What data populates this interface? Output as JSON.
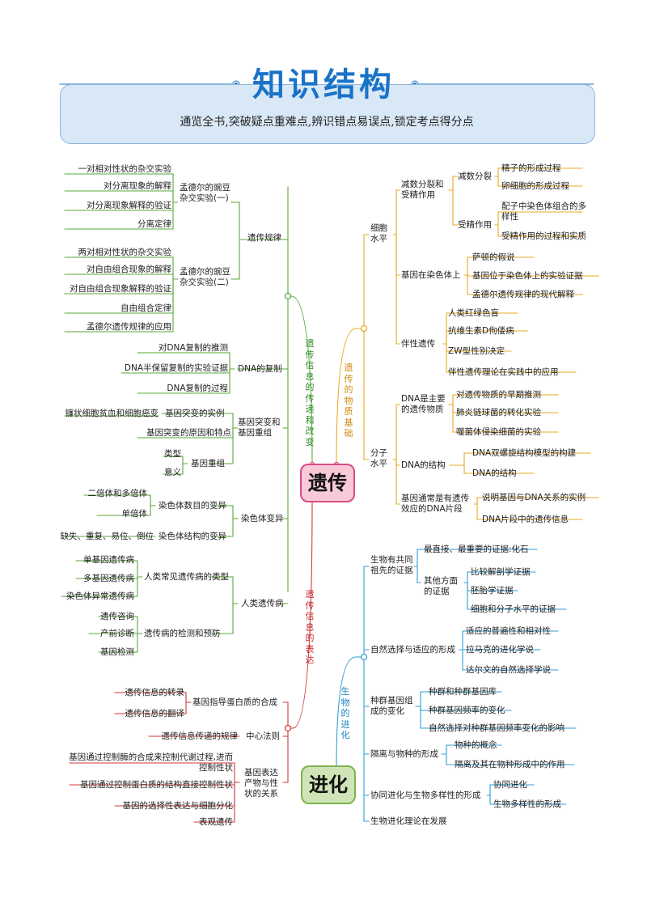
{
  "header": {
    "title": "知识结构",
    "subtitle": "通览全书,突破疑点重难点,辨识错点易误点,锁定考点得分点"
  },
  "center": {
    "yichuan": "遗传",
    "jinhua": "进化"
  },
  "colors": {
    "green": "#5aaa3a",
    "orange": "#e9a820",
    "red": "#d03a3a",
    "blue": "#2f9fd8",
    "title": "#1a73c8"
  },
  "branches": {
    "inheritance_transmission": {
      "label": "遗传信息的传递和改变",
      "law": {
        "label": "遗传规律",
        "mendel1": {
          "label": "孟德尔的豌豆杂交实验(一)",
          "items": [
            "一对相对性状的杂交实验",
            "对分离现象的解释",
            "对分离现象解释的验证",
            "分离定律"
          ]
        },
        "mendel2": {
          "label": "孟德尔的豌豆杂交实验(二)",
          "items": [
            "两对相对性状的杂交实验",
            "对自由组合现象的解释",
            "对自由组合现象解释的验证",
            "自由组合定律",
            "孟德尔遗传规律的应用"
          ]
        }
      },
      "dna_replication": {
        "label": "DNA的复制",
        "items": [
          "对DNA复制的推测",
          "DNA半保留复制的实验证据",
          "DNA复制的过程"
        ]
      },
      "mutation": {
        "label": "基因突变和基因重组",
        "sub": "基因突变的实例",
        "sub_item": "镰状细胞贫血和细胞癌变",
        "item2": "基因突变的原因和特点",
        "recomb": {
          "label": "基因重组",
          "items": [
            "类型",
            "意义"
          ]
        }
      },
      "chromosome": {
        "label": "染色体变异",
        "number": {
          "label": "染色体数目的变异",
          "items": [
            "二倍体和多倍体",
            "单倍体"
          ]
        },
        "structure": {
          "label": "染色体结构的变异",
          "item": "缺失、重复、易位、倒位"
        }
      },
      "disease": {
        "label": "人类遗传病",
        "types": {
          "label": "人类常见遗传病的类型",
          "items": [
            "单基因遗传病",
            "多基因遗传病",
            "染色体异常遗传病"
          ]
        },
        "detect": {
          "label": "遗传病的检测和预防",
          "items": [
            "遗传咨询",
            "产前诊断",
            "基因检测"
          ]
        }
      }
    },
    "inheritance_material": {
      "label": "遗传的物质基础",
      "cell": {
        "label": "细胞水平",
        "meiosis": {
          "label": "减数分裂和受精作用",
          "div": {
            "label": "减数分裂",
            "items": [
              "精子的形成过程",
              "卵细胞的形成过程"
            ]
          },
          "fert": {
            "label": "受精作用",
            "items": [
              "配子中染色体组合的多样性",
              "受精作用的过程和实质"
            ]
          }
        },
        "gene_on_chrom": {
          "label": "基因在染色体上",
          "items": [
            "萨顿的假说",
            "基因位于染色体上的实验证据",
            "孟德尔遗传规律的现代解释"
          ]
        },
        "sex_linked": {
          "label": "伴性遗传",
          "items": [
            "人类红绿色盲",
            "抗维生素D佝偻病",
            "ZW型性别决定",
            "伴性遗传理论在实践中的应用"
          ]
        }
      },
      "molecule": {
        "label": "分子水平",
        "dna_main": {
          "label": "DNA是主要的遗传物质",
          "items": [
            "对遗传物质的早期推测",
            "肺炎链球菌的转化实验",
            "噬菌体侵染细菌的实验"
          ]
        },
        "dna_struct": {
          "label": "DNA的结构",
          "items": [
            "DNA双螺旋结构模型的构建",
            "DNA的结构"
          ]
        },
        "gene_dna": {
          "label": "基因通常是有遗传效应的DNA片段",
          "items": [
            "说明基因与DNA关系的实例",
            "DNA片段中的遗传信息"
          ]
        }
      }
    },
    "expression": {
      "label": "遗传信息的表达",
      "synthesis": {
        "label": "基因指导蛋白质的合成",
        "items": [
          "遗传信息的转录",
          "遗传信息的翻译"
        ]
      },
      "dogma": {
        "label": "中心法则",
        "item": "遗传信息传递的规律"
      },
      "phenotype": {
        "label": "基因表达产物与性状的关系",
        "items": [
          "基因通过控制酶的合成来控制代谢过程,进而控制性状",
          "基因通过控制蛋白质的结构直接控制性状",
          "基因的选择性表达与细胞分化",
          "表观遗传"
        ]
      }
    },
    "evolution": {
      "label": "生物的进化",
      "ancestor": {
        "label": "生物有共同祖先的证据",
        "direct": "最直接、最重要的证据:化石",
        "other": {
          "label": "其他方面的证据",
          "items": [
            "比较解剖学证据",
            "胚胎学证据",
            "细胞和分子水平的证据"
          ]
        }
      },
      "selection": {
        "label": "自然选择与适应的形成",
        "items": [
          "适应的普遍性和相对性",
          "拉马克的进化学说",
          "达尔文的自然选择学说"
        ]
      },
      "population": {
        "label": "种群基因组成的变化",
        "items": [
          "种群和种群基因库",
          "种群基因频率的变化",
          "自然选择对种群基因频率变化的影响"
        ]
      },
      "isolation": {
        "label": "隔离与物种的形成",
        "items": [
          "物种的概念",
          "隔离及其在物种形成中的作用"
        ]
      },
      "coevolution": {
        "label": "协同进化与生物多样性的形成",
        "items": [
          "协同进化",
          "生物多样性的形成"
        ]
      },
      "developing": "生物进化理论在发展"
    }
  }
}
